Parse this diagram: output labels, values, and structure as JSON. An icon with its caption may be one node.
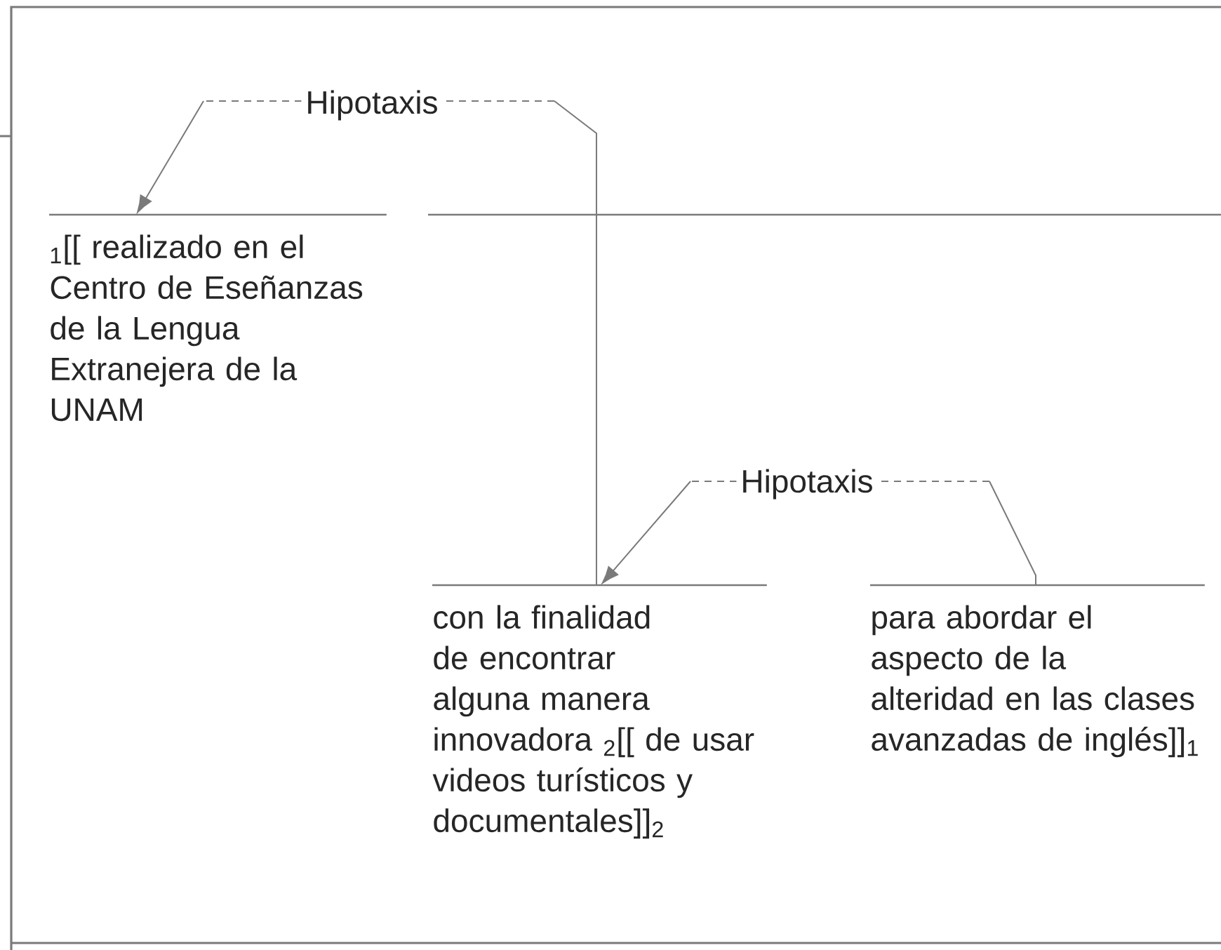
{
  "diagram": {
    "nodes": [
      {
        "text": [
          "$_{1}$[[ realizado en el Centro de Eseñanzas de la Lengua Extranejera de la UNAM"
        ]
      },
      {
        "text": [],
        "shape": "bar"
      },
      {
        "text": [
          "con la finalidad de encontrar alguna manera innovadora $_{2}$[[ de usar videos turísticos y documentales]]$_{2}$"
        ]
      },
      {
        "text": [
          "para abordar el aspecto de la alteridad en las clases avanzadas de inglés]]$_{1}$"
        ]
      }
    ],
    "edges": [
      {
        "from": 2,
        "to": 0,
        "arrow": "to",
        "label": "Hipotaxis"
      },
      {
        "from": 3,
        "to": 2,
        "arrow": "to",
        "label": "Hipotaxis"
      }
    ]
  }
}
